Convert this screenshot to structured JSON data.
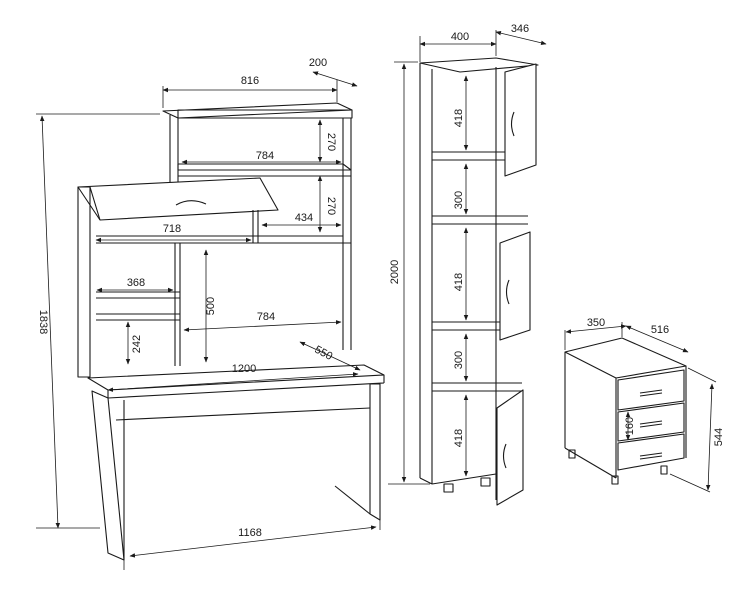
{
  "desk": {
    "labels": {
      "hutch_width": "816",
      "hutch_depth": "200",
      "shelf_upper_width": "784",
      "shelf_upper_height": "270",
      "shelf_lower_height": "270",
      "shelf_mid_width": "434",
      "hood_width": "718",
      "side_shelf_width": "368",
      "side_shelf_height": "242",
      "opening_height": "500",
      "opening_width": "784",
      "desk_depth": "550",
      "desk_width": "1200",
      "leg_span": "1168",
      "total_height": "1838"
    }
  },
  "tall_cabinet": {
    "labels": {
      "width": "400",
      "depth": "346",
      "height": "2000",
      "door_top": "418",
      "shelf_top": "300",
      "door_mid": "418",
      "shelf_mid": "300",
      "door_bottom": "418"
    }
  },
  "pedestal": {
    "labels": {
      "width": "350",
      "depth": "516",
      "drawer_height": "160",
      "height": "544"
    }
  }
}
